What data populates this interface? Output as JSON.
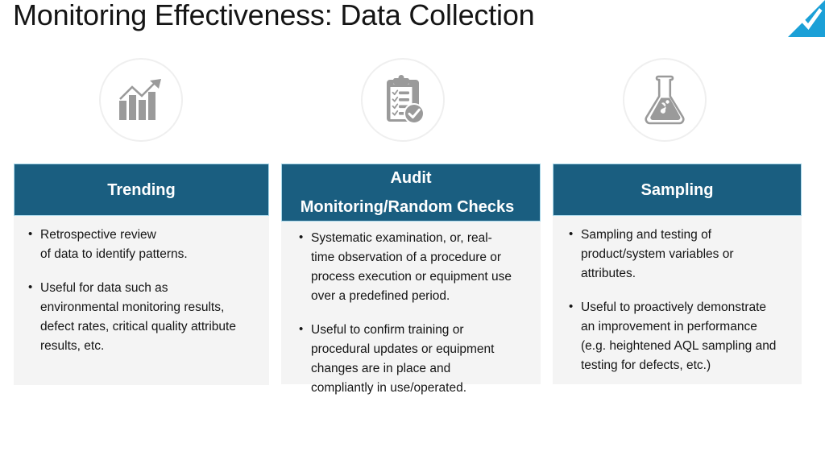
{
  "slide": {
    "title": "Monitoring Effectiveness: Data Collection",
    "background_color": "#ffffff"
  },
  "brand": {
    "logo_name": "check-mark-logo",
    "logo_color": "#1ba0d7",
    "check_color": "#ffffff"
  },
  "theme": {
    "header_bar_color": "#1a5e80",
    "header_border_color": "#a9d8ea",
    "card_body_color": "#f4f4f4",
    "icon_circle_border": "#efefef",
    "icon_color": "#9a9a9a",
    "text_color": "#141414",
    "header_text_color": "#ffffff"
  },
  "columns": [
    {
      "icon": "bar-chart-trend-up-icon",
      "header": {
        "line1": "Trending",
        "line2": ""
      },
      "bullets": [
        {
          "lines": [
            "Retrospective review",
            "of data to identify patterns."
          ]
        },
        {
          "lines": [
            "Useful for data such as",
            "environmental monitoring results,",
            "defect rates, critical quality attribute",
            "results, etc."
          ]
        }
      ]
    },
    {
      "icon": "clipboard-checklist-icon",
      "header": {
        "line1": "Audit",
        "line2": "Monitoring/Random Checks"
      },
      "bullets": [
        {
          "lines": [
            "Systematic examination, or, real-",
            "time observation of a procedure or",
            "process execution or equipment use",
            "over a predefined period."
          ]
        },
        {
          "lines": [
            "Useful to confirm training or",
            "procedural updates or equipment",
            "changes are in place and",
            "compliantly in use/operated."
          ]
        }
      ]
    },
    {
      "icon": "erlenmeyer-flask-icon",
      "header": {
        "line1": "Sampling",
        "line2": ""
      },
      "bullets": [
        {
          "lines": [
            "Sampling and testing of",
            "product/system variables or",
            "attributes."
          ]
        },
        {
          "lines": [
            "Useful to proactively demonstrate",
            "an improvement in performance",
            "(e.g. heightened AQL sampling and",
            "testing for defects, etc.)"
          ]
        }
      ]
    }
  ]
}
